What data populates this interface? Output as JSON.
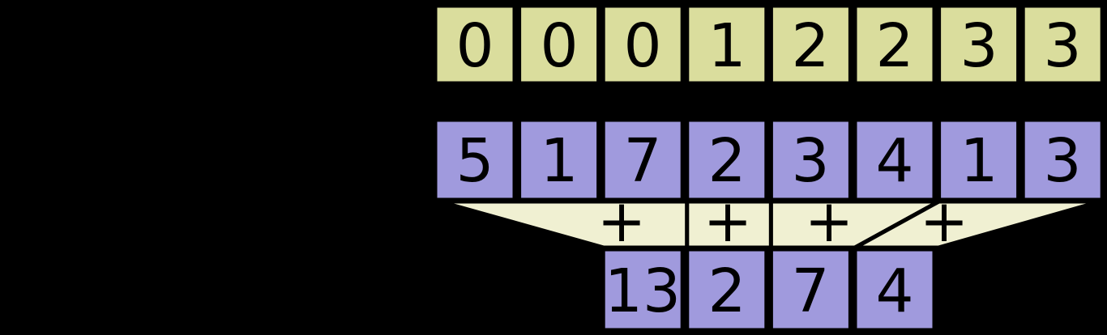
{
  "colors": {
    "background": "#000000",
    "keys_cell": "#dadd9d",
    "values_cell": "#a09add",
    "funnel": "#f0f0d2",
    "border": "#000000",
    "text": "#000000"
  },
  "rows": {
    "keys": {
      "values": [
        "0",
        "0",
        "0",
        "1",
        "2",
        "2",
        "3",
        "3"
      ]
    },
    "values": {
      "values": [
        "5",
        "1",
        "7",
        "2",
        "3",
        "4",
        "1",
        "3"
      ]
    },
    "sums": {
      "values": [
        "13",
        "2",
        "7",
        "4"
      ]
    }
  },
  "funnel": {
    "groups": [
      {
        "operator": "+"
      },
      {
        "operator": "+"
      },
      {
        "operator": "+"
      },
      {
        "operator": "+"
      }
    ]
  }
}
